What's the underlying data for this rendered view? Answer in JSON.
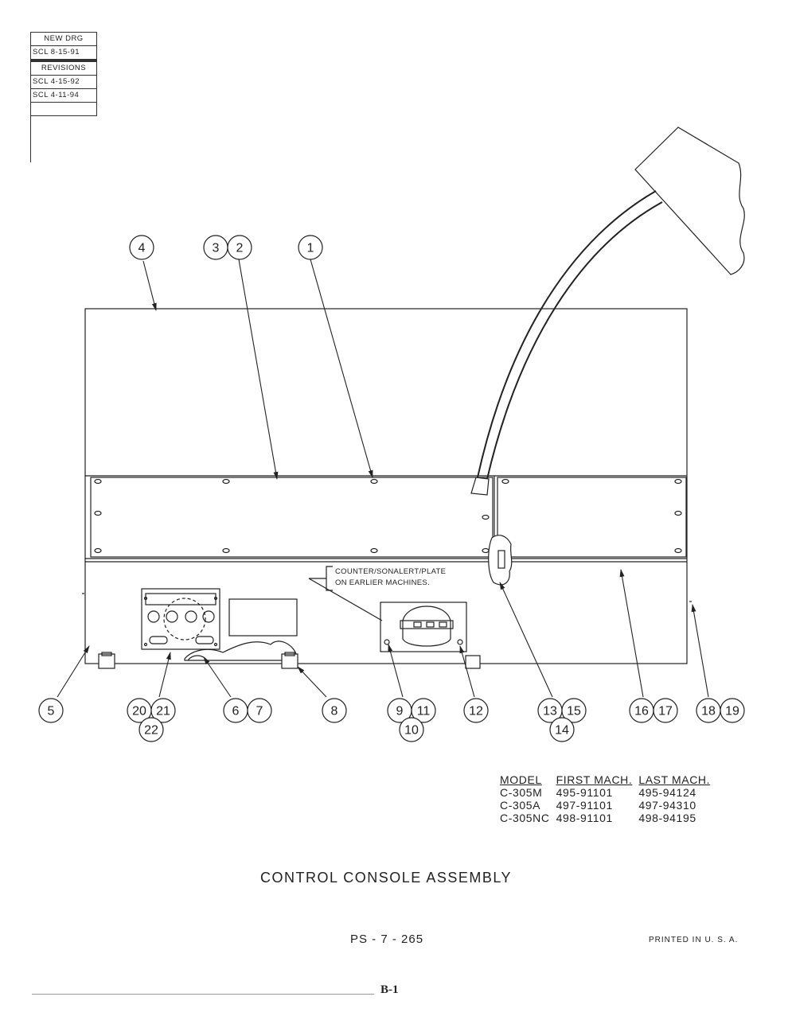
{
  "revision_block": {
    "rows": [
      "NEW  DRG",
      "SCL 8-15-91",
      "REVISIONS",
      "SCL 4-15-92",
      "SCL 4-11-94"
    ]
  },
  "note": {
    "line1": "COUNTER/SONALERT/PLATE",
    "line2": "ON EARLIER MACHINES."
  },
  "callouts": [
    {
      "id": "c4",
      "label": "4"
    },
    {
      "id": "c3",
      "label": "3"
    },
    {
      "id": "c2",
      "label": "2"
    },
    {
      "id": "c1",
      "label": "1"
    },
    {
      "id": "c5",
      "label": "5"
    },
    {
      "id": "c20",
      "label": "20"
    },
    {
      "id": "c21",
      "label": "21"
    },
    {
      "id": "c22",
      "label": "22"
    },
    {
      "id": "c6",
      "label": "6"
    },
    {
      "id": "c7",
      "label": "7"
    },
    {
      "id": "c8",
      "label": "8"
    },
    {
      "id": "c9",
      "label": "9"
    },
    {
      "id": "c11",
      "label": "11"
    },
    {
      "id": "c10",
      "label": "10"
    },
    {
      "id": "c12",
      "label": "12"
    },
    {
      "id": "c13",
      "label": "13"
    },
    {
      "id": "c15",
      "label": "15"
    },
    {
      "id": "c14",
      "label": "14"
    },
    {
      "id": "c16",
      "label": "16"
    },
    {
      "id": "c17",
      "label": "17"
    },
    {
      "id": "c18",
      "label": "18"
    },
    {
      "id": "c19",
      "label": "19"
    }
  ],
  "model_table": {
    "headers": [
      "MODEL",
      "FIRST MACH.",
      "LAST MACH."
    ],
    "rows": [
      [
        "C-305M",
        "495-91101",
        "495-94124"
      ],
      [
        "C-305A",
        "497-91101",
        "497-94310"
      ],
      [
        "C-305NC",
        "498-91101",
        "498-94195"
      ]
    ]
  },
  "title": "CONTROL CONSOLE ASSEMBLY",
  "ps_number": "PS - 7 - 265",
  "printed": "PRINTED IN U. S. A.",
  "page_id": "B-1"
}
